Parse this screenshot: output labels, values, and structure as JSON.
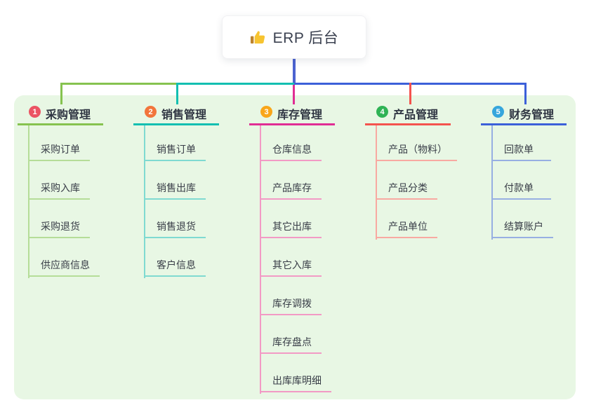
{
  "root": {
    "title": "ERP 后台",
    "icon": "thumbs-up-icon"
  },
  "branches": [
    {
      "index": "1",
      "label": "采购管理",
      "badge_color": "#EB5463",
      "line_color": "#86C34F",
      "child_line_color": "#B5DD98",
      "children": [
        "采购订单",
        "采购入库",
        "采购退货",
        "供应商信息"
      ]
    },
    {
      "index": "2",
      "label": "销售管理",
      "badge_color": "#F2753B",
      "line_color": "#13BFB1",
      "child_line_color": "#7FDAD1",
      "children": [
        "销售订单",
        "销售出库",
        "销售退货",
        "客户信息"
      ]
    },
    {
      "index": "3",
      "label": "库存管理",
      "badge_color": "#F9A61A",
      "line_color": "#E02D94",
      "child_line_color": "#F29AC5",
      "children": [
        "仓库信息",
        "产品库存",
        "其它出库",
        "其它入库",
        "库存调拨",
        "库存盘点",
        "出库库明细"
      ]
    },
    {
      "index": "4",
      "label": "产品管理",
      "badge_color": "#2FB355",
      "line_color": "#F4534E",
      "child_line_color": "#F8A9A1",
      "children": [
        "产品（物料）",
        "产品分类",
        "产品单位"
      ]
    },
    {
      "index": "5",
      "label": "财务管理",
      "badge_color": "#36A6DC",
      "line_color": "#3C60D9",
      "child_line_color": "#97AFE2",
      "children": [
        "回款单",
        "付款单",
        "结算账户"
      ]
    }
  ],
  "connectors": {
    "root_line_color": "#4C63D0"
  },
  "canvas": {
    "background": "#FFFFFF",
    "panel_color": "#E8F7E4"
  }
}
